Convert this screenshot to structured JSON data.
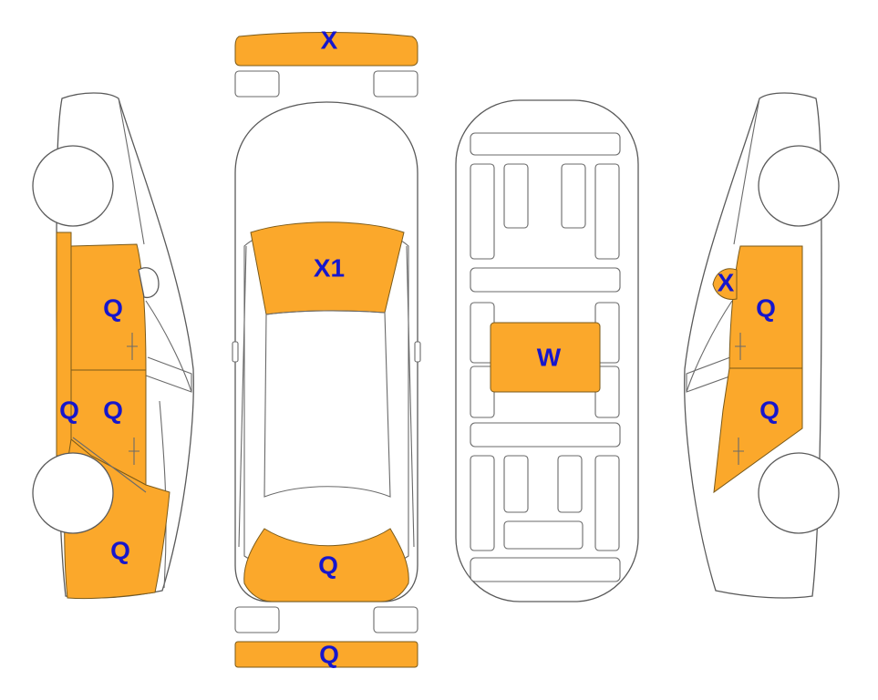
{
  "colors": {
    "damage_fill": "#FBA82B",
    "label": "#1616CC",
    "outline": "#5A5A5A"
  },
  "labels": {
    "front_bumper": "X",
    "windshield": "X1",
    "left_front_door": "Q",
    "left_rocker": "Q",
    "left_rear_door": "Q",
    "left_rear_quarter": "Q",
    "trunk_lid": "Q",
    "rear_bumper": "Q",
    "floor_pan": "W",
    "right_front_spot": "X",
    "right_front_door": "Q",
    "right_rear_door": "Q"
  }
}
